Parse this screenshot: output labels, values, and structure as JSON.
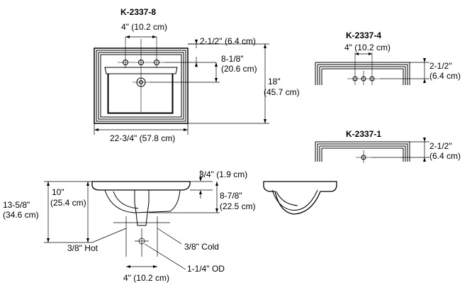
{
  "models": {
    "top_model": "K-2337-8",
    "right_top_model": "K-2337-4",
    "right_bottom_model": "K-2337-1"
  },
  "top_view": {
    "hole_spacing": "4\" (10.2 cm)",
    "setback": "2-1/2\" (6.4 cm)",
    "bowl_offset_line1": "8-1/8\"",
    "bowl_offset_line2": "(20.6 cm)",
    "depth_line1": "18\"",
    "depth_line2": "(45.7 cm)",
    "width": "22-3/4\" (57.8 cm)"
  },
  "k4_view": {
    "hole_spacing": "4\" (10.2 cm)",
    "setback_line1": "2-1/2\"",
    "setback_line2": "(6.4 cm)"
  },
  "k1_view": {
    "setback_line1": "2-1/2\"",
    "setback_line2": "(6.4 cm)"
  },
  "section_view": {
    "overall_height_line1": "13-5/8\"",
    "overall_height_line2": "(34.6 cm)",
    "bowl_height_line1": "10\"",
    "bowl_height_line2": "(25.4 cm)",
    "rim_thickness": "3/4\" (1.9 cm)",
    "bowl_depth_line1": "8-7/8\"",
    "bowl_depth_line2": "(22.5 cm)",
    "hot_supply": "3/8\" Hot",
    "cold_supply": "3/8\" Cold",
    "drain_od": "1-1/4\" OD",
    "supply_spacing": "4\" (10.2 cm)"
  }
}
